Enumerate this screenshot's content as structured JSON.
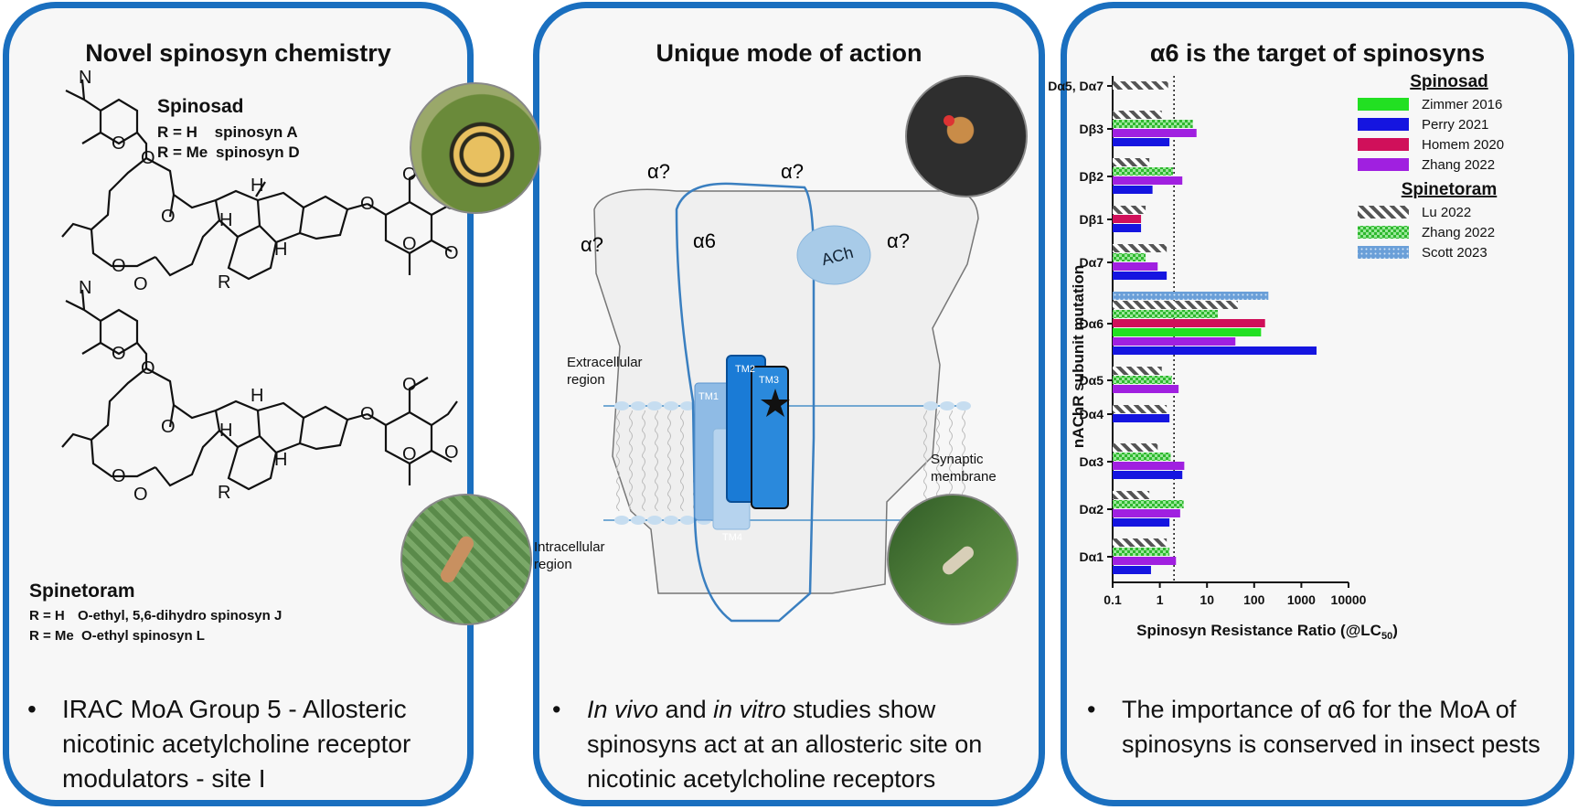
{
  "panel1": {
    "title": "Novel spinosyn chemistry",
    "spinosad": {
      "name": "Spinosad",
      "r1": "R = H",
      "r1_name": "spinosyn A",
      "r2": "R = Me",
      "r2_name": "spinosyn D"
    },
    "spinetoram": {
      "name": "Spinetoram",
      "r1": "R = H",
      "r1_name": "O-ethyl, 5,6-dihydro spinosyn J",
      "r2": "R = Me",
      "r2_name": "O-ethyl spinosyn L"
    },
    "structure_labels": {
      "H": "H",
      "R": "R",
      "O": "O",
      "N": "N"
    },
    "bullet": "IRAC MoA Group 5 - Allosteric nicotinic acetylcholine receptor modulators - site I"
  },
  "panel2": {
    "title": "Unique mode of action",
    "subunits": {
      "top_left": "α?",
      "top_right": "α?",
      "left": "α?",
      "center": "α6",
      "right": "α?"
    },
    "ach": "ACh",
    "extracellular": "Extracellular region",
    "intracellular": "Intracellular region",
    "membrane": "Synaptic membrane",
    "tm": [
      "TM1",
      "TM2",
      "TM3",
      "TM4"
    ],
    "bullet_em1": "In vivo",
    "bullet_mid": " and ",
    "bullet_em2": "in vitro",
    "bullet_rest": " studies show spinosyns act at an allosteric site on nicotinic acetylcholine receptors"
  },
  "panel3": {
    "title": "α6 is the target of spinosyns",
    "bullet": "The importance of α6 for the MoA of spinosyns is conserved in insect pests"
  },
  "chart_data": {
    "type": "bar",
    "orientation": "horizontal",
    "x_scale": "log",
    "xlim": [
      0.1,
      10000
    ],
    "xticks": [
      "0.1",
      "1",
      "10",
      "100",
      "1000",
      "10000"
    ],
    "xlabel": "Spinosyn Resistance Ratio (@LC50)",
    "ylabel": "nAChR subunit mutation",
    "reference_line_x": 2,
    "legend_groups": [
      {
        "heading": "Spinosad",
        "entries": [
          "Zimmer 2016",
          "Perry 2021",
          "Homem 2020",
          "Zhang 2022"
        ]
      },
      {
        "heading": "Spinetoram",
        "entries": [
          "Lu 2022",
          "Zhang 2022",
          "Scott 2023"
        ]
      }
    ],
    "series_styles": [
      {
        "name": "Zimmer 2016",
        "color": "#22e022",
        "pattern": "solid"
      },
      {
        "name": "Perry 2021",
        "color": "#1515e0",
        "pattern": "solid"
      },
      {
        "name": "Homem 2020",
        "color": "#d0105a",
        "pattern": "solid"
      },
      {
        "name": "Zhang 2022",
        "color": "#a020e0",
        "pattern": "solid"
      },
      {
        "name": "Lu 2022",
        "color": "#555555",
        "pattern": "hatch"
      },
      {
        "name": "Zhang 2022",
        "color": "#2fb82f",
        "pattern": "check"
      },
      {
        "name": "Scott 2023",
        "color": "#6a9fd8",
        "pattern": "dots"
      }
    ],
    "categories": [
      {
        "label": "Dα5, Dα7",
        "bars": [
          {
            "series": 4,
            "value": 1.5
          }
        ]
      },
      {
        "label": "Dβ3",
        "bars": [
          {
            "series": 4,
            "value": 1.1
          },
          {
            "series": 5,
            "value": 5
          },
          {
            "series": 3,
            "value": 6
          },
          {
            "series": 1,
            "value": 1.6
          }
        ]
      },
      {
        "label": "Dβ2",
        "bars": [
          {
            "series": 4,
            "value": 0.6
          },
          {
            "series": 5,
            "value": 1.9
          },
          {
            "series": 3,
            "value": 3
          },
          {
            "series": 1,
            "value": 0.7
          }
        ]
      },
      {
        "label": "Dβ1",
        "bars": [
          {
            "series": 4,
            "value": 0.5
          },
          {
            "series": 2,
            "value": 0.4
          },
          {
            "series": 1,
            "value": 0.4
          }
        ]
      },
      {
        "label": "Dα7",
        "bars": [
          {
            "series": 4,
            "value": 1.4
          },
          {
            "series": 5,
            "value": 0.5
          },
          {
            "series": 3,
            "value": 0.9
          },
          {
            "series": 1,
            "value": 1.4
          }
        ]
      },
      {
        "label": "Dα6",
        "bars": [
          {
            "series": 6,
            "value": 200
          },
          {
            "series": 4,
            "value": 45
          },
          {
            "series": 5,
            "value": 17
          },
          {
            "series": 2,
            "value": 170
          },
          {
            "series": 0,
            "value": 140
          },
          {
            "series": 3,
            "value": 40
          },
          {
            "series": 1,
            "value": 2100
          }
        ]
      },
      {
        "label": "Dα5",
        "bars": [
          {
            "series": 4,
            "value": 1.1
          },
          {
            "series": 5,
            "value": 1.8
          },
          {
            "series": 3,
            "value": 2.5
          }
        ]
      },
      {
        "label": "Dα4",
        "bars": [
          {
            "series": 4,
            "value": 1.4
          },
          {
            "series": 1,
            "value": 1.6
          }
        ]
      },
      {
        "label": "Dα3",
        "bars": [
          {
            "series": 4,
            "value": 0.9
          },
          {
            "series": 5,
            "value": 1.7
          },
          {
            "series": 3,
            "value": 3.3
          },
          {
            "series": 1,
            "value": 3
          }
        ]
      },
      {
        "label": "Dα2",
        "bars": [
          {
            "series": 4,
            "value": 0.6
          },
          {
            "series": 5,
            "value": 3.2
          },
          {
            "series": 3,
            "value": 2.7
          },
          {
            "series": 1,
            "value": 1.6
          }
        ]
      },
      {
        "label": "Dα1",
        "bars": [
          {
            "series": 4,
            "value": 1.4
          },
          {
            "series": 5,
            "value": 1.6
          },
          {
            "series": 3,
            "value": 2.2
          },
          {
            "series": 1,
            "value": 0.65
          }
        ]
      }
    ]
  }
}
